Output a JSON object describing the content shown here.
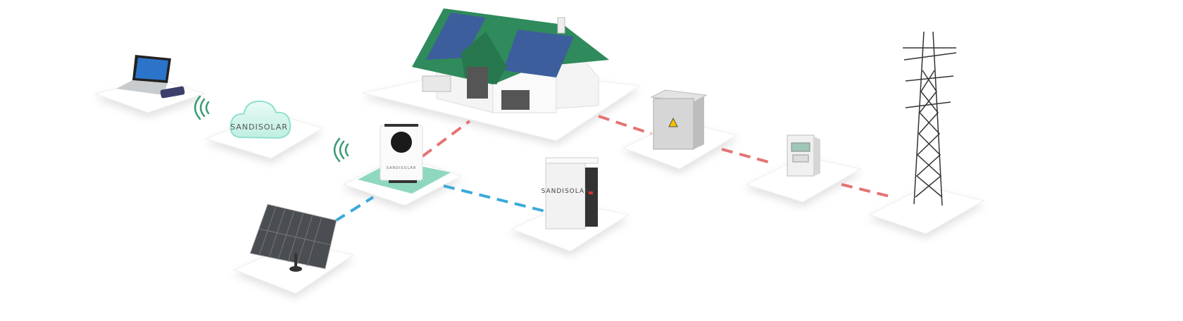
{
  "diagram": {
    "title": "Solar energy system topology",
    "brand": {
      "cloud_label": "SANDISOLAR",
      "inverter_label": "SANDISOLAR",
      "battery_label": "SANDISOLAR"
    },
    "nodes": [
      {
        "id": "laptop",
        "icon": "laptop-phone-icon"
      },
      {
        "id": "cloud",
        "icon": "cloud-icon"
      },
      {
        "id": "inverter",
        "icon": "inverter-icon"
      },
      {
        "id": "house",
        "icon": "house-solar-roof-icon"
      },
      {
        "id": "solar-panel",
        "icon": "solar-panel-icon"
      },
      {
        "id": "battery",
        "icon": "battery-icon"
      },
      {
        "id": "distribution-box",
        "icon": "distribution-box-icon"
      },
      {
        "id": "meter",
        "icon": "electric-meter-icon"
      },
      {
        "id": "grid-tower",
        "icon": "transmission-tower-icon"
      }
    ],
    "colors": {
      "ac_line": "#e57373",
      "dc_line": "#3ba9d9",
      "roof": "#2f8a5c",
      "wifi": "#3a9a72",
      "pad": "#8fd8bf"
    }
  }
}
